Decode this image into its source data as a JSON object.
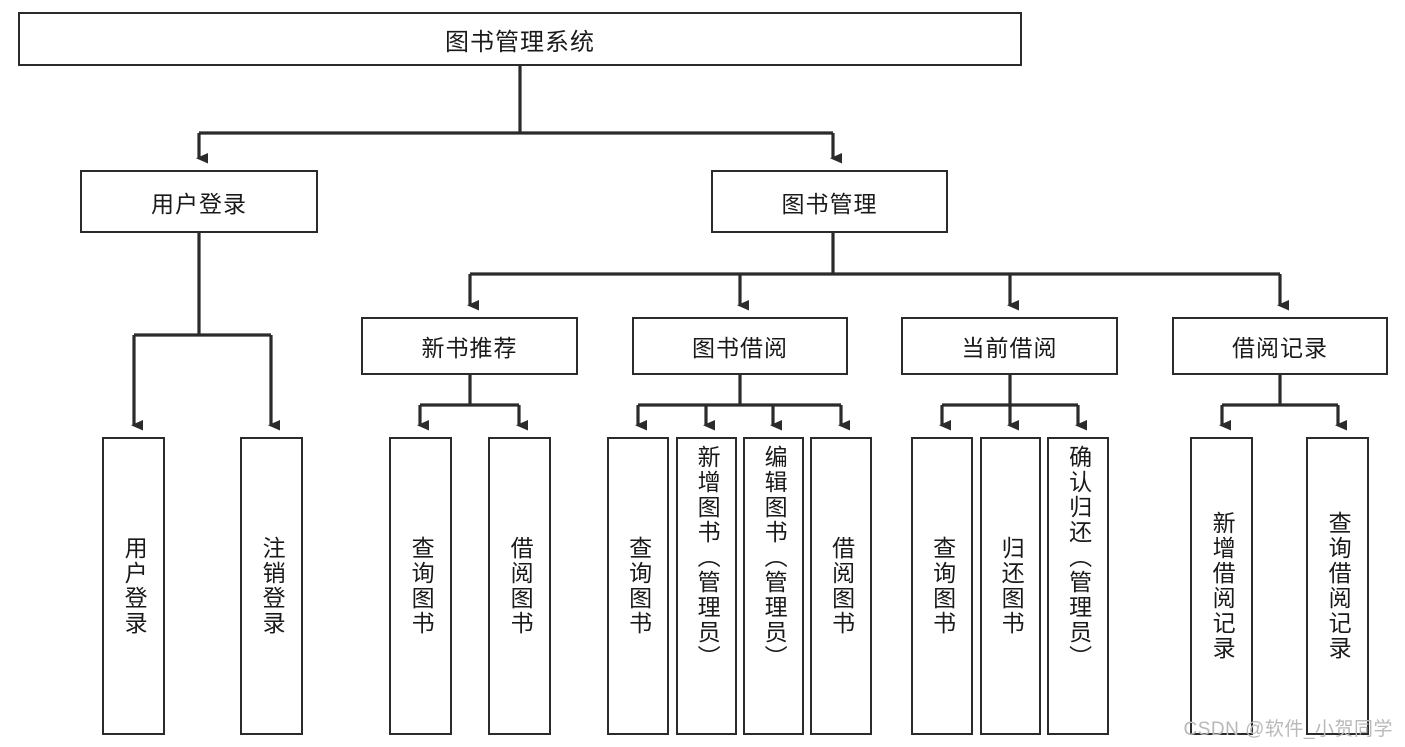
{
  "diagram": {
    "title": "图书管理系统",
    "type": "tree-hierarchy-diagram",
    "colors": {
      "box_border": "#2b2b2b",
      "box_fill": "#ffffff",
      "connector": "#2b2b2b",
      "text": "#1a1a1a",
      "watermark": "#b9b9b9",
      "background": "#ffffff"
    },
    "root": {
      "label": "图书管理系统"
    },
    "level1": [
      {
        "label": "用户登录"
      },
      {
        "label": "图书管理"
      }
    ],
    "level2": [
      {
        "label": "新书推荐"
      },
      {
        "label": "图书借阅"
      },
      {
        "label": "当前借阅"
      },
      {
        "label": "借阅记录"
      }
    ],
    "leaves": {
      "user_login": [
        {
          "label": "用户登录"
        },
        {
          "label": "注销登录"
        }
      ],
      "new_book_recommend": [
        {
          "label": "查询图书"
        },
        {
          "label": "借阅图书"
        }
      ],
      "book_borrow": [
        {
          "label": "查询图书"
        },
        {
          "label": "新增图书（管理员）"
        },
        {
          "label": "编辑图书（管理员）"
        },
        {
          "label": "借阅图书"
        }
      ],
      "current_borrow": [
        {
          "label": "查询图书"
        },
        {
          "label": "归还图书"
        },
        {
          "label": "确认归还（管理员）"
        }
      ],
      "borrow_records": [
        {
          "label": "新增借阅记录"
        },
        {
          "label": "查询借阅记录"
        }
      ]
    }
  },
  "watermark": {
    "text": "CSDN @软件_小贺同学"
  }
}
